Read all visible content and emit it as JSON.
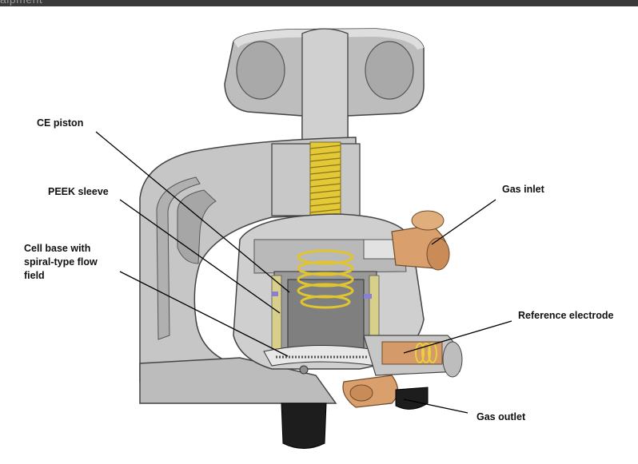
{
  "header": {
    "cropped_text": "aipment"
  },
  "labels": {
    "ce_piston": "CE piston",
    "peek_sleeve": "PEEK sleeve",
    "cell_base_line1": "Cell base with",
    "cell_base_line2": "spiral-type flow",
    "cell_base_line3": "field",
    "gas_inlet": "Gas inlet",
    "reference_electrode": "Reference electrode",
    "gas_outlet": "Gas outlet"
  },
  "colors": {
    "body_grey": "#c9c9c9",
    "dark_grey": "#8a8a8a",
    "spring_yellow": "#e8d13a",
    "copper": "#d49a6a",
    "black_foot": "#1a1a1a"
  }
}
